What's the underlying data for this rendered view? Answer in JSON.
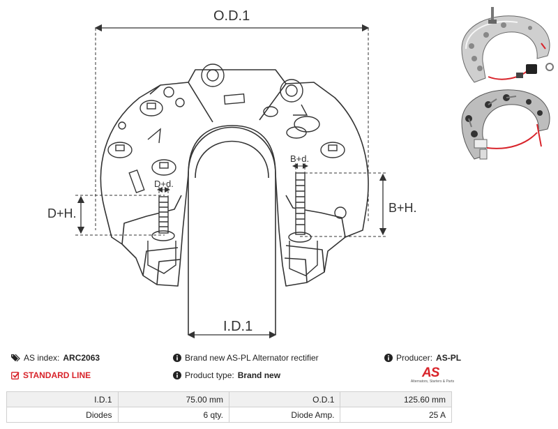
{
  "drawing": {
    "od_label": "O.D.1",
    "id_label": "I.D.1",
    "dh_label": "D+H.",
    "bh_label": "B+H.",
    "dd_label": "D+d.",
    "bd_label": "B+d."
  },
  "info": {
    "index_label": "AS index:",
    "index_value": "ARC2063",
    "line_label": "STANDARD LINE",
    "description": "Brand new AS-PL Alternator rectifier",
    "type_label": "Product type:",
    "type_value": "Brand new",
    "producer_label": "Producer:",
    "producer_value": "AS-PL"
  },
  "logo": {
    "mark": "AS",
    "tagline": "Alternators, Starters & Parts"
  },
  "specs": {
    "rows": [
      {
        "k1": "I.D.1",
        "v1": "75.00 mm",
        "k2": "O.D.1",
        "v2": "125.60 mm"
      },
      {
        "k1": "Diodes",
        "v1": "6 qty.",
        "k2": "Diode Amp.",
        "v2": "25 A"
      }
    ]
  },
  "colors": {
    "accent": "#d8232a",
    "line": "#333333"
  }
}
